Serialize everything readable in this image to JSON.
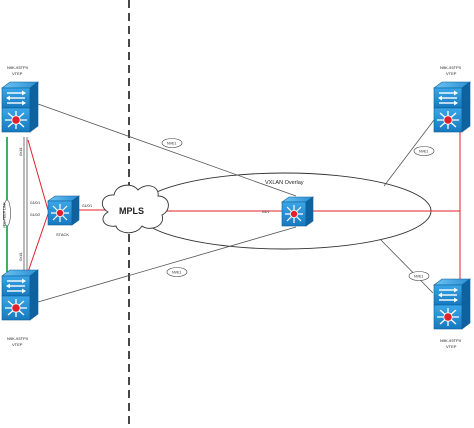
{
  "labels": {
    "top_left_device": [
      "N9K-93TPX",
      "VTEP"
    ],
    "bottom_left_device": [
      "N9K-93TPX",
      "VTEP"
    ],
    "top_right_device": [
      "N9K-93TPX",
      "VTEP"
    ],
    "bottom_right_device": [
      "N9K-93TPX",
      "VTEP"
    ],
    "stack": "STACK",
    "mpls": "MPLS",
    "overlay": "VXLAN Overlay",
    "vpc_peer_link": "vPC PEER LINK",
    "port_top_left": "Ge1/1",
    "port_bottom_left": "Ge1/1",
    "port_stack_1": "G1/0/1",
    "port_stack_2": "G1/0/2",
    "port_stack_mpls": "G1/0/1",
    "port_center": "G1/1",
    "nve_top_left": "NVE1",
    "nve_bottom_left": "NVE1",
    "nve_top_right": "NVE1",
    "nve_bottom_right": "NVE1"
  },
  "colors": {
    "device_blue": "#1f8fd6",
    "device_dark": "#0d5f99",
    "link_red": "#e0202a",
    "link_green": "#2aa84a",
    "line_gray": "#555555"
  }
}
